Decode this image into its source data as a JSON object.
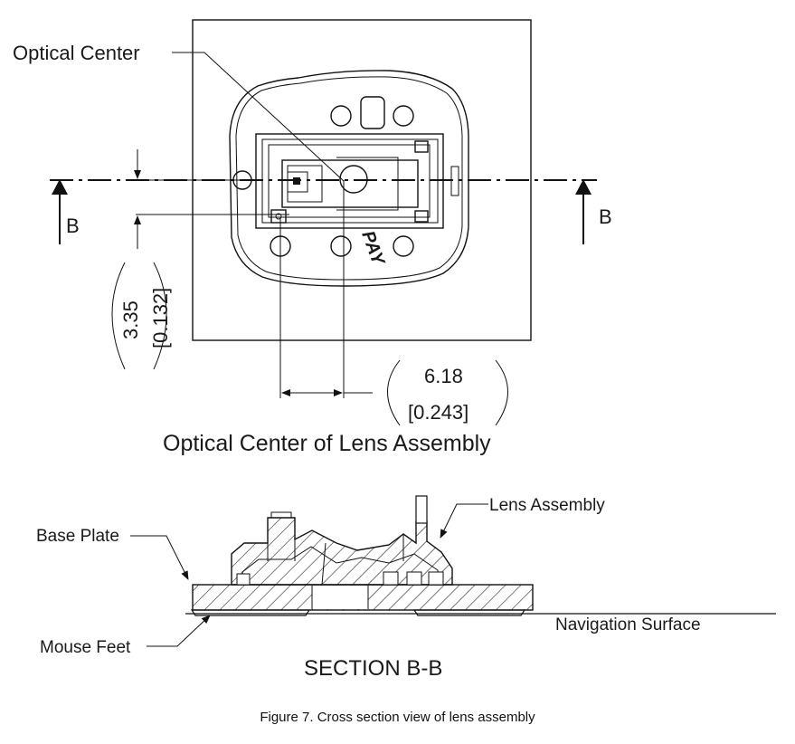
{
  "labels": {
    "optical_center": "Optical Center",
    "section_mark_left": "B",
    "section_mark_right": "B",
    "dim_v_metric": "3.35",
    "dim_v_imperial": "[0.132]",
    "dim_h_metric": "6.18",
    "dim_h_imperial": "[0.243]",
    "top_view_title": "Optical Center of Lens Assembly",
    "lens_assembly": "Lens Assembly",
    "base_plate": "Base Plate",
    "mouse_feet": "Mouse Feet",
    "navigation_surface": "Navigation Surface",
    "section_title": "SECTION B-B",
    "part_marking": "PAY"
  },
  "caption": "Figure 7. Cross section view of lens assembly"
}
